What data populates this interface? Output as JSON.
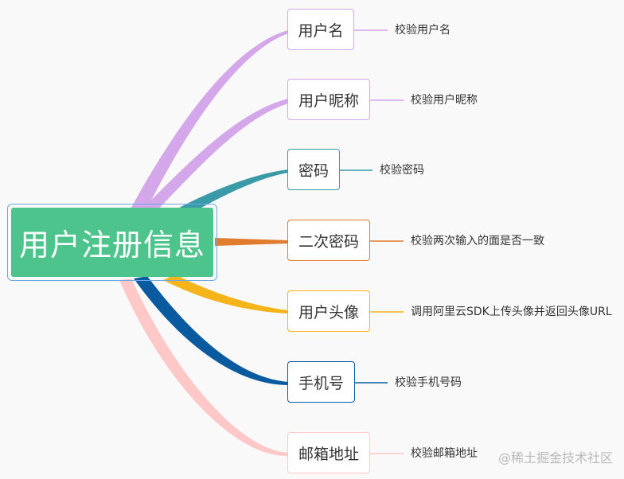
{
  "root": {
    "label": "用户注册信息"
  },
  "branches": [
    {
      "label": "用户名",
      "leaf": "校验用户名",
      "color": "#d4a6ea"
    },
    {
      "label": "用户昵称",
      "leaf": "校验用户昵称",
      "color": "#d4a6ea"
    },
    {
      "label": "密码",
      "leaf": "校验密码",
      "color": "#3a9aa8"
    },
    {
      "label": "二次密码",
      "leaf": "校验两次输入的面是否一致",
      "color": "#e07c2e"
    },
    {
      "label": "用户头像",
      "leaf": "调用阿里云SDK上传头像并返回头像URL",
      "color": "#f4b41a"
    },
    {
      "label": "手机号",
      "leaf": "校验手机号码",
      "color": "#0a5aa0"
    },
    {
      "label": "邮箱地址",
      "leaf": "校验邮箱地址",
      "color": "#ffc8c8"
    }
  ],
  "watermark": "@稀土掘金技术社区"
}
